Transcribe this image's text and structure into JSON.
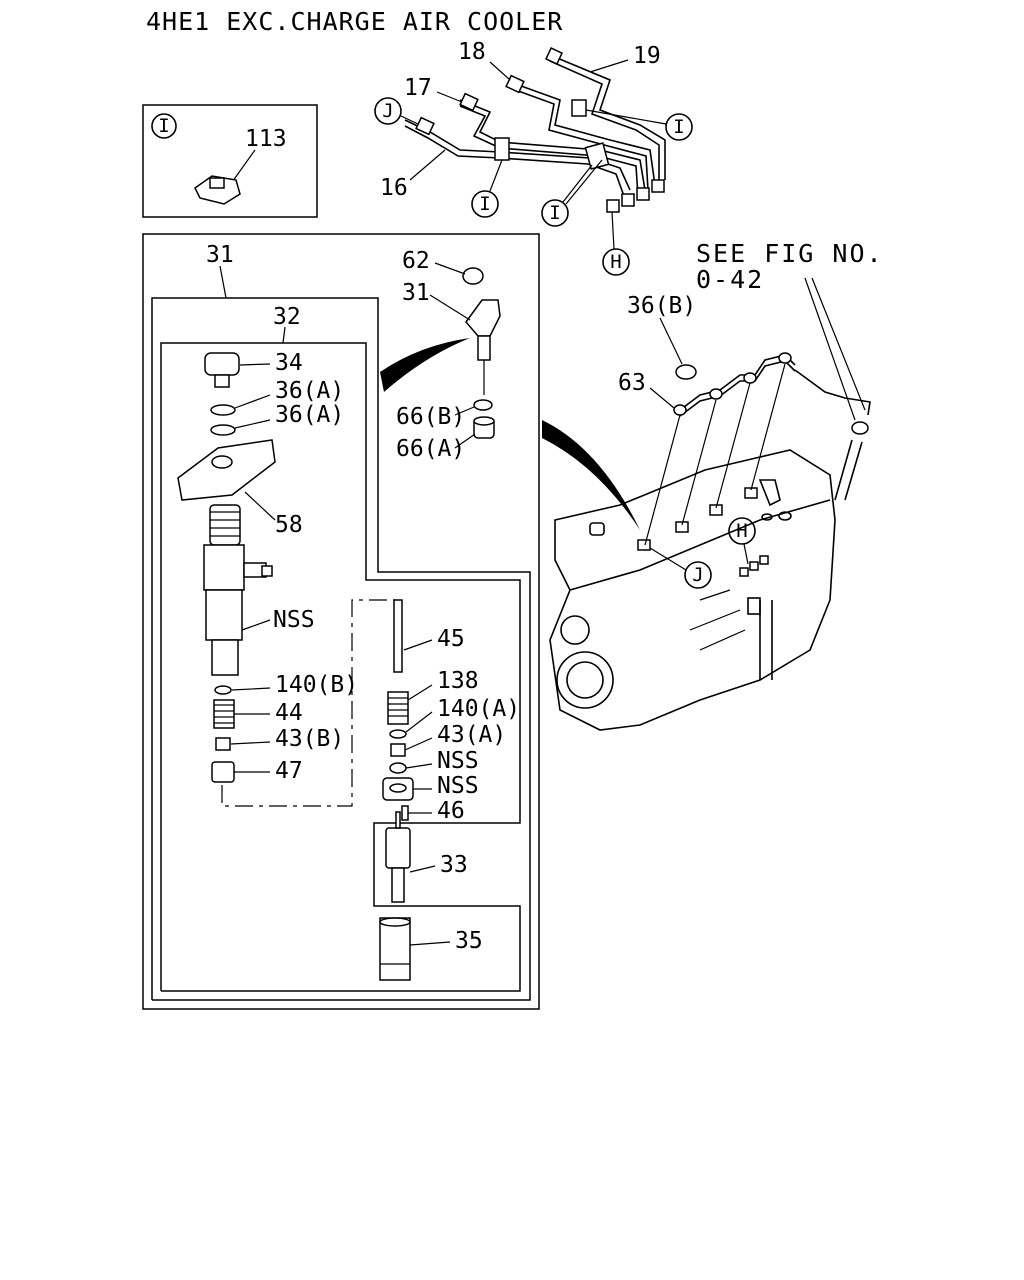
{
  "title": "4HE1 EXC.CHARGE AIR COOLER",
  "see_fig": {
    "line1": "SEE FIG NO.",
    "line2": "0-42"
  },
  "callouts": {
    "c113": "113",
    "c16": "16",
    "c17": "17",
    "c18": "18",
    "c19": "19",
    "c31_top": "31",
    "c31_side": "31",
    "c32": "32",
    "c34": "34",
    "c36a_1": "36(A)",
    "c36a_2": "36(A)",
    "c58": "58",
    "c_nss_body": "NSS",
    "c140b": "140(B)",
    "c44": "44",
    "c43b": "43(B)",
    "c47": "47",
    "c45": "45",
    "c138": "138",
    "c140a": "140(A)",
    "c43a": "43(A)",
    "c_nss_1": "NSS",
    "c_nss_2": "NSS",
    "c46": "46",
    "c33": "33",
    "c35": "35",
    "c62": "62",
    "c66b": "66(B)",
    "c66a": "66(A)",
    "c36b": "36(B)",
    "c63": "63"
  },
  "markers": {
    "i_box": "I",
    "j_top": "J",
    "i_right": "I",
    "i_bottom": "I",
    "i_clamp": "I",
    "h_top": "H",
    "j_engine": "J",
    "h_engine": "H"
  }
}
